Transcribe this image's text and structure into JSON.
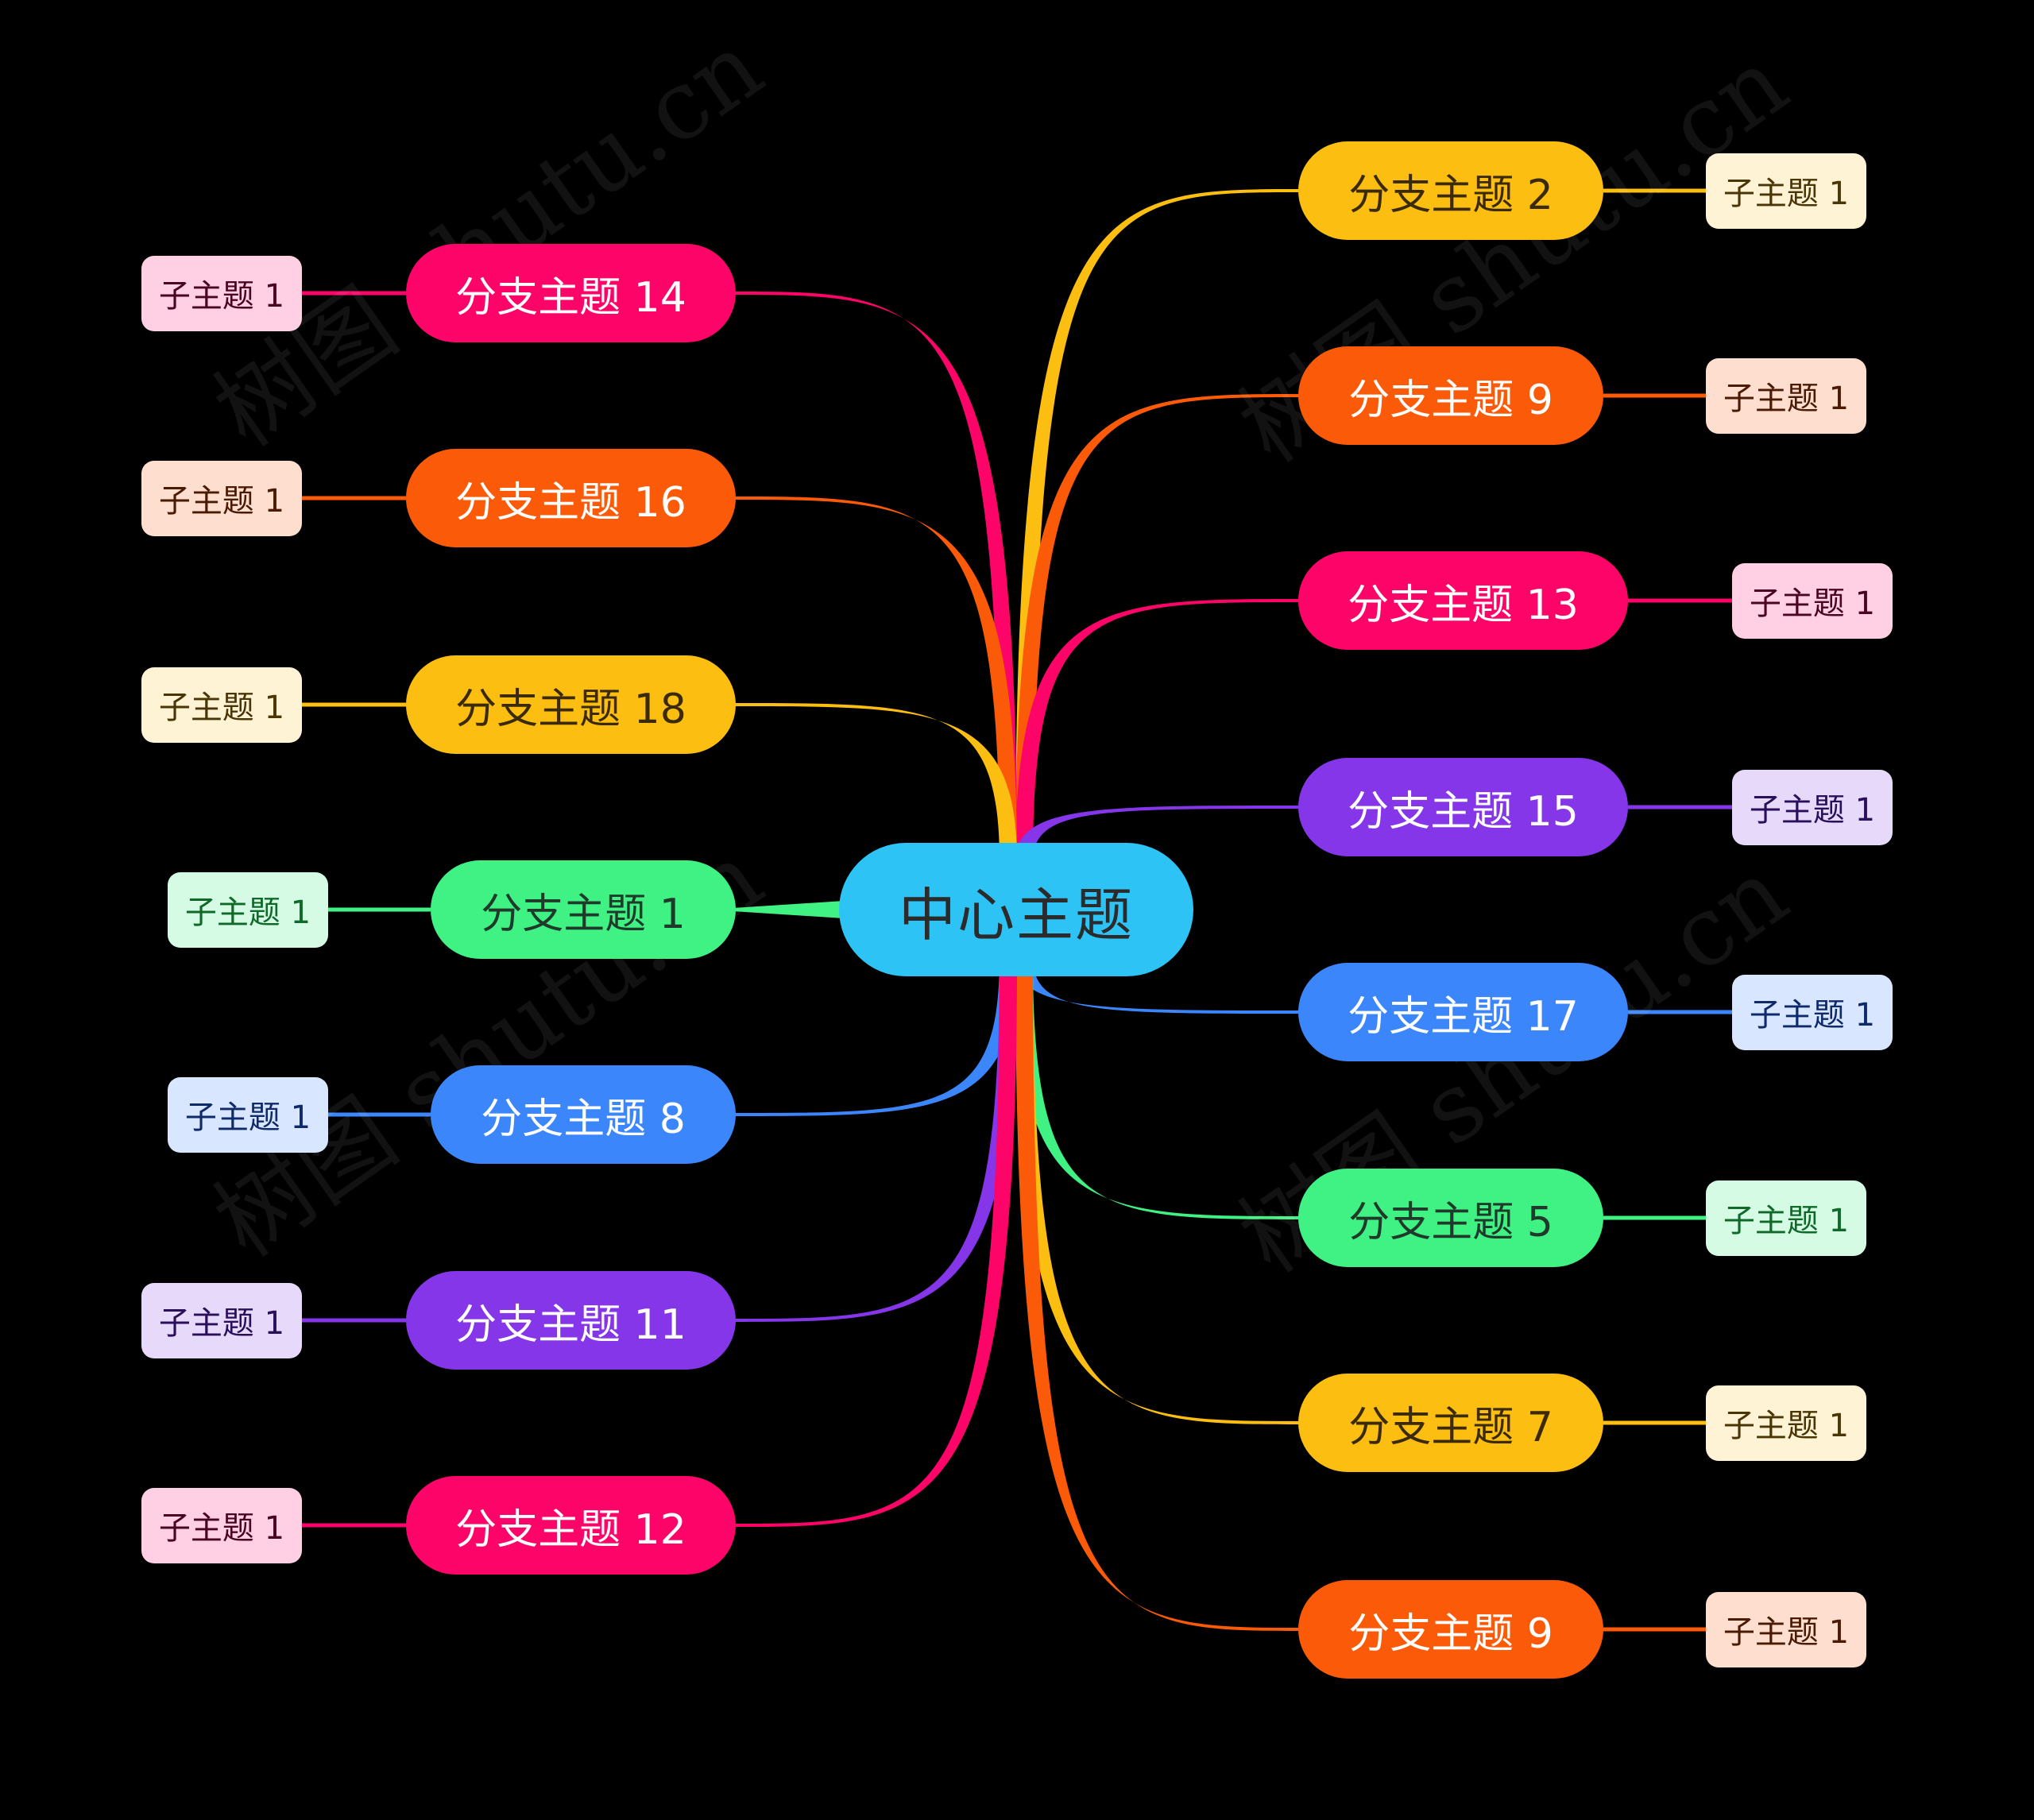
{
  "background": "#000000",
  "watermark": "树图 shutu.cn",
  "center": {
    "label": "中心主题",
    "color": "#2EC3F5",
    "text_color": "#2B2B2B"
  },
  "palette": {
    "yellow": {
      "fill": "#FDBE12",
      "text": "#3A2A05",
      "sub_fill": "#FFF3D6",
      "sub_text": "#4A3505"
    },
    "orange": {
      "fill": "#FB5A08",
      "text": "#FFFFFF",
      "sub_fill": "#FEDFCF",
      "sub_text": "#4A1A05"
    },
    "pink": {
      "fill": "#FD0469",
      "text": "#FFFFFF",
      "sub_fill": "#FFD0E3",
      "sub_text": "#4A0520"
    },
    "purple": {
      "fill": "#8436E8",
      "text": "#FFFFFF",
      "sub_fill": "#E6D9FA",
      "sub_text": "#2A0F5A"
    },
    "blue": {
      "fill": "#3C86FB",
      "text": "#FFFFFF",
      "sub_fill": "#D8E7FF",
      "sub_text": "#0F2A6A"
    },
    "green": {
      "fill": "#3FF283",
      "text": "#1F3A2A",
      "sub_fill": "#D6FBE4",
      "sub_text": "#0F6A2A"
    }
  },
  "branches": [
    {
      "label": "分支主题 2",
      "side": "right",
      "color": "yellow",
      "children": [
        "子主题 1"
      ]
    },
    {
      "label": "分支主题 9",
      "side": "right",
      "color": "orange",
      "children": [
        "子主题 1"
      ]
    },
    {
      "label": "分支主题 13",
      "side": "right",
      "color": "pink",
      "children": [
        "子主题 1"
      ]
    },
    {
      "label": "分支主题 15",
      "side": "right",
      "color": "purple",
      "children": [
        "子主题 1"
      ]
    },
    {
      "label": "分支主题 17",
      "side": "right",
      "color": "blue",
      "children": [
        "子主题 1"
      ]
    },
    {
      "label": "分支主题 5",
      "side": "right",
      "color": "green",
      "children": [
        "子主题 1"
      ]
    },
    {
      "label": "分支主题 7",
      "side": "right",
      "color": "yellow",
      "children": [
        "子主题 1"
      ]
    },
    {
      "label": "分支主题 9",
      "side": "right",
      "color": "orange",
      "children": [
        "子主题 1"
      ]
    },
    {
      "label": "分支主题 14",
      "side": "left",
      "color": "pink",
      "children": [
        "子主题 1"
      ]
    },
    {
      "label": "分支主题 16",
      "side": "left",
      "color": "orange",
      "children": [
        "子主题 1"
      ]
    },
    {
      "label": "分支主题 18",
      "side": "left",
      "color": "yellow",
      "children": [
        "子主题 1"
      ]
    },
    {
      "label": "分支主题 1",
      "side": "left",
      "color": "green",
      "children": [
        "子主题 1"
      ]
    },
    {
      "label": "分支主题 8",
      "side": "left",
      "color": "blue",
      "children": [
        "子主题 1"
      ]
    },
    {
      "label": "分支主题 11",
      "side": "left",
      "color": "purple",
      "children": [
        "子主题 1"
      ]
    },
    {
      "label": "分支主题 12",
      "side": "left",
      "color": "pink",
      "children": [
        "子主题 1"
      ]
    }
  ]
}
